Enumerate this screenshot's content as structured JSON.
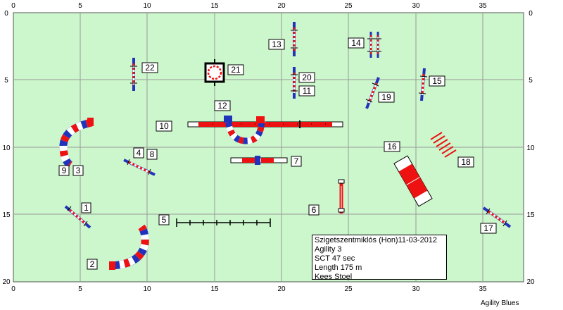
{
  "colors": {
    "field": "#ccf7cc",
    "grid": "#9a9a9a",
    "red": "#ee1111",
    "blue": "#2233bb",
    "white": "#ffffff"
  },
  "axes": {
    "x_ticks": [
      "0",
      "5",
      "10",
      "15",
      "20",
      "25",
      "30",
      "35"
    ],
    "y_ticks": [
      "0",
      "5",
      "10",
      "15",
      "20"
    ]
  },
  "obstacle_labels": [
    "1",
    "2",
    "3",
    "4",
    "5",
    "6",
    "7",
    "8",
    "9",
    "10",
    "11",
    "12",
    "13",
    "14",
    "15",
    "16",
    "17",
    "18",
    "19",
    "20",
    "21",
    "22"
  ],
  "info": {
    "line1": "Szigetszentmiklós (Hon)11-03-2012",
    "line2": "Agility 3",
    "line3": "SCT 47 sec",
    "line4": "Length 175 m",
    "line5": "Kees Stoel"
  },
  "footer": "Agility Blues"
}
